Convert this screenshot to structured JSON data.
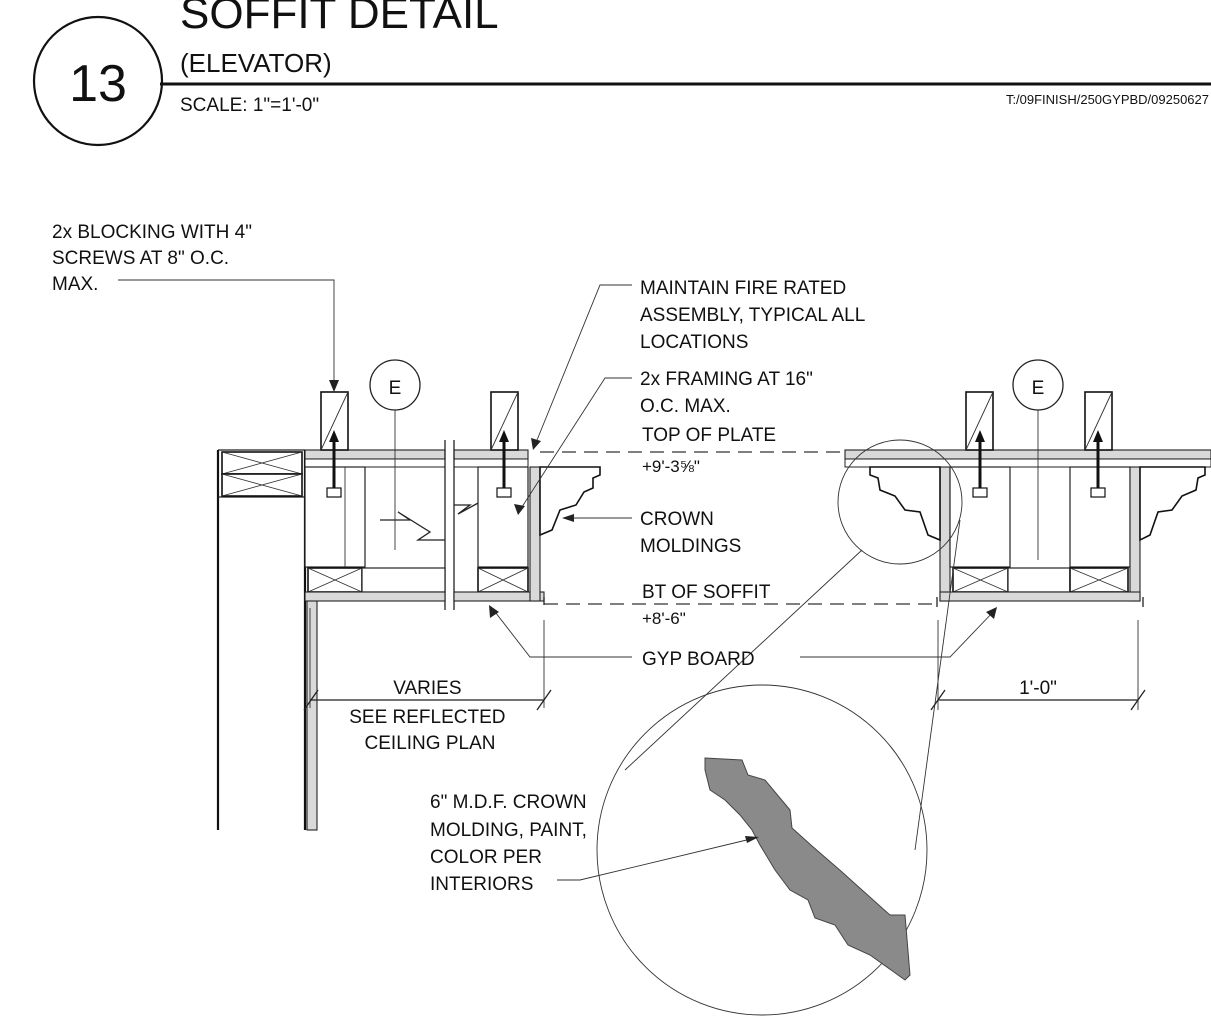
{
  "title": {
    "number": "13",
    "name": "SOFFIT DETAIL",
    "subtitle": "(ELEVATOR)",
    "scale": "SCALE:  1\"=1'-0\"",
    "file_path": "T:/09FINISH/250GYPBD/09250627"
  },
  "tags": {
    "left_e": "E",
    "right_e": "E"
  },
  "notes": {
    "blocking": [
      "2x BLOCKING WITH 4\"",
      "SCREWS AT 8\" O.C.",
      "MAX."
    ],
    "fire_rated": [
      "MAINTAIN FIRE RATED",
      "ASSEMBLY, TYPICAL ALL",
      "LOCATIONS"
    ],
    "framing": [
      "2x FRAMING AT 16\"",
      "O.C. MAX."
    ],
    "top_of_plate": "TOP OF PLATE",
    "top_elev": "+9'-3⅝\"",
    "crown": [
      "CROWN",
      "MOLDINGS"
    ],
    "bt_soffit": "BT OF SOFFIT",
    "bt_elev": "+8'-6\"",
    "gyp_board": "GYP BOARD",
    "varies": [
      "VARIES",
      "SEE REFLECTED",
      "CEILING PLAN"
    ],
    "dim_right": "1'-0\"",
    "mdf_crown": [
      "6\" M.D.F. CROWN",
      "MOLDING, PAINT,",
      "COLOR PER",
      "INTERIORS"
    ]
  }
}
